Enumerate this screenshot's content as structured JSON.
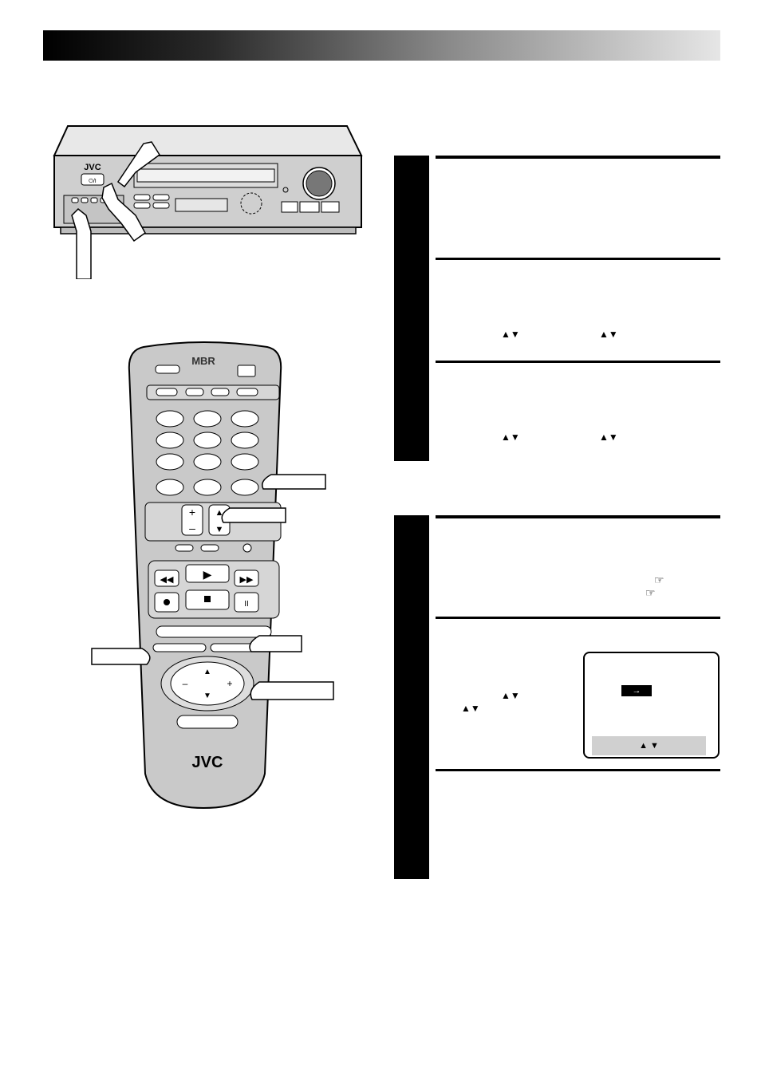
{
  "header": {
    "title": ""
  },
  "vcr": {
    "brand": "JVC",
    "power_icon_label": "⏻/I"
  },
  "remote": {
    "brand": "JVC",
    "top_logo": "MBR"
  },
  "instructions": {
    "arrow_glyph": "▲▼",
    "ref_icon": "☞"
  },
  "osd": {
    "selector_glyph": "→",
    "footer_glyph": "▲ ▼"
  },
  "colors": {
    "remote_body": "#c9c9c9",
    "remote_outline": "#000000",
    "tab_black": "#000000"
  }
}
